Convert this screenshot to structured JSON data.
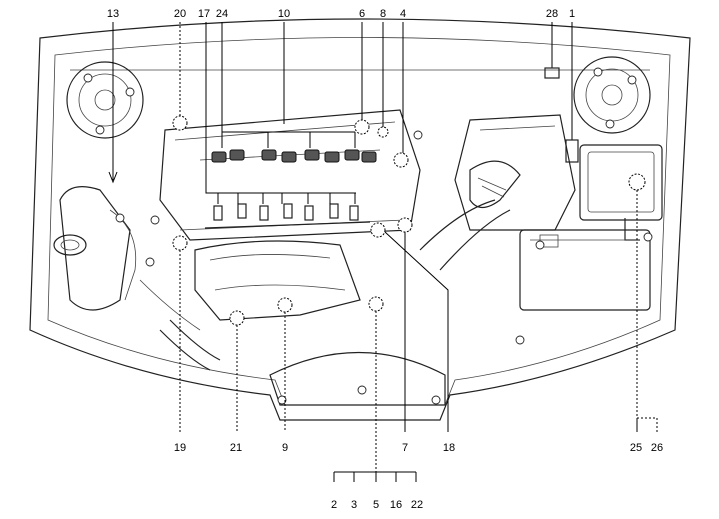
{
  "callouts": {
    "c13": "13",
    "c20": "20",
    "c17": "17",
    "c24": "24",
    "c10": "10",
    "c6": "6",
    "c8": "8",
    "c4": "4",
    "c28": "28",
    "c1": "1",
    "c19": "19",
    "c21": "21",
    "c9": "9",
    "c7": "7",
    "c18": "18",
    "c25": "25",
    "c26": "26",
    "c2": "2",
    "c3": "3",
    "c5": "5",
    "c16": "16",
    "c22": "22"
  }
}
